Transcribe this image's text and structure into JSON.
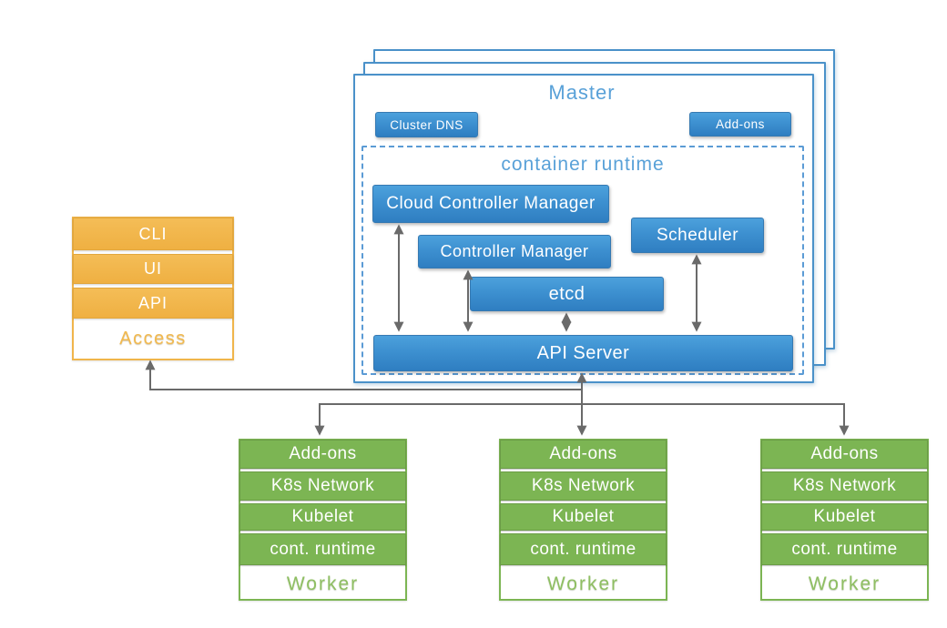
{
  "master": {
    "title": "Master",
    "badges": {
      "cluster_dns": "Cluster DNS",
      "addons": "Add-ons"
    },
    "container_runtime": {
      "title": "container runtime",
      "cloud_controller_manager": "Cloud Controller Manager",
      "controller_manager": "Controller Manager",
      "scheduler": "Scheduler",
      "etcd": "etcd",
      "api_server": "API Server"
    }
  },
  "access_stack": {
    "rows": [
      "CLI",
      "UI",
      "API"
    ],
    "label": "Access"
  },
  "workers": [
    {
      "rows": [
        "Add-ons",
        "K8s Network",
        "Kubelet",
        "cont. runtime"
      ],
      "label": "Worker"
    },
    {
      "rows": [
        "Add-ons",
        "K8s Network",
        "Kubelet",
        "cont. runtime"
      ],
      "label": "Worker"
    },
    {
      "rows": [
        "Add-ons",
        "K8s Network",
        "Kubelet",
        "cont. runtime"
      ],
      "label": "Worker"
    }
  ],
  "colors": {
    "node_blue": "#3586c9",
    "light_blue_text": "#59a1d8",
    "access_orange": "#f1b44a",
    "worker_green": "#7cb553",
    "connector_gray": "#6a6a6a"
  }
}
